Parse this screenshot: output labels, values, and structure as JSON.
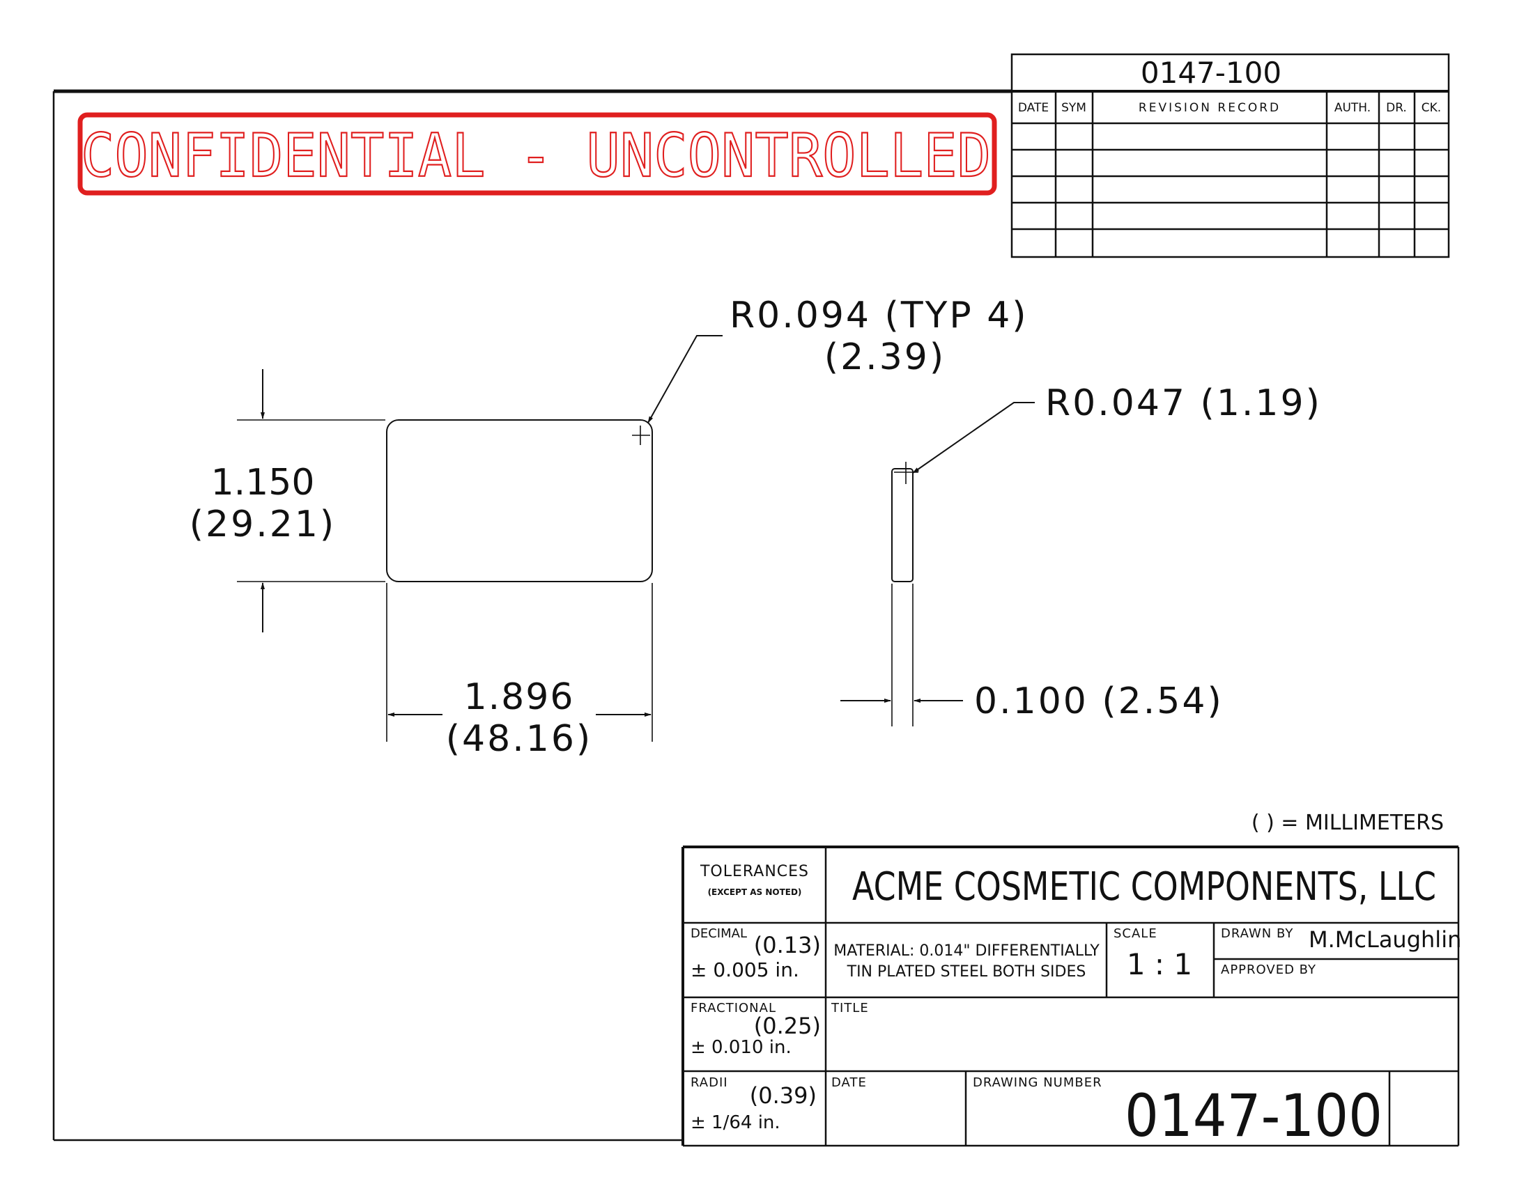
{
  "drawing_number_top": "0147-100",
  "revision_block": {
    "headers": [
      "DATE",
      "SYM",
      "REVISION RECORD",
      "AUTH.",
      "DR.",
      "CK."
    ],
    "rows": [
      [
        "",
        "",
        "",
        "",
        "",
        ""
      ],
      [
        "",
        "",
        "",
        "",
        "",
        ""
      ],
      [
        "",
        "",
        "",
        "",
        "",
        ""
      ],
      [
        "",
        "",
        "",
        "",
        "",
        ""
      ],
      [
        "",
        "",
        "",
        "",
        "",
        ""
      ]
    ]
  },
  "stamp": {
    "text": "CONFIDENTIAL - UNCONTROLLED",
    "color": "#e01f1f"
  },
  "front_view": {
    "corner_radius": "R0.094 (TYP 4)",
    "corner_radius_mm": "(2.39)",
    "height": "1.150",
    "height_mm": "(29.21)",
    "width": "1.896",
    "width_mm": "(48.16)"
  },
  "side_view": {
    "edge_radius": "R0.047  (1.19)",
    "thickness": "0.100  (2.54)"
  },
  "units_note": "( ) = MILLIMETERS",
  "title_block": {
    "tolerances_label": "TOLERANCES",
    "tolerances_sub": "(EXCEPT AS NOTED)",
    "company": "ACME COSMETIC COMPONENTS, LLC",
    "decimal_label": "DECIMAL",
    "decimal_mm": "(0.13)",
    "decimal_tol": "± 0.005  in.",
    "material_line1": "MATERIAL: 0.014\" DIFFERENTIALLY",
    "material_line2": "TIN PLATED STEEL BOTH SIDES",
    "scale_label": "SCALE",
    "scale_value": "1 : 1",
    "drawn_by_label": "DRAWN BY",
    "drawn_by": "M.McLaughlin",
    "approved_by_label": "APPROVED BY",
    "fractional_label": "FRACTIONAL",
    "fractional_mm": "(0.25)",
    "fractional_tol": "± 0.010  in.",
    "title_label": "TITLE",
    "radii_label": "RADII",
    "radii_mm": "(0.39)",
    "radii_tol": "± 1/64  in.",
    "date_label": "DATE",
    "drawing_number_label": "DRAWING NUMBER",
    "drawing_number": "0147-100"
  }
}
